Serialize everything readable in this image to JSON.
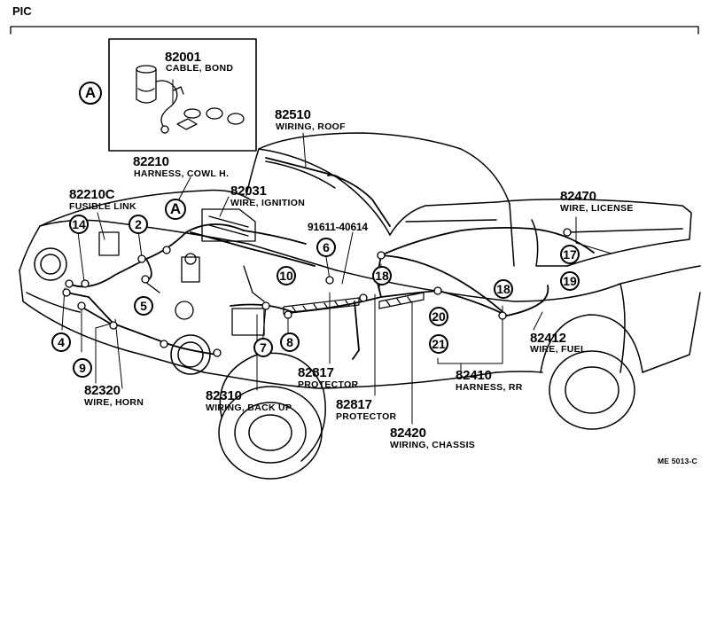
{
  "header": {
    "label": "PIC"
  },
  "drawing_code": "ME 5013-C",
  "detail_marker": "A",
  "parts": [
    {
      "id": "82001",
      "name": "CABLE, BOND"
    },
    {
      "id": "82510",
      "name": "WIRING, ROOF"
    },
    {
      "id": "82210",
      "name": "HARNESS, COWL H."
    },
    {
      "id": "82031",
      "name": "WIRE, IGNITION"
    },
    {
      "id": "82210C",
      "name": "FUSIBLE LINK"
    },
    {
      "id": "91611-40614",
      "name": ""
    },
    {
      "id": "82470",
      "name": "WIRE, LICENSE"
    },
    {
      "id": "82412",
      "name": "WIRE, FUEL"
    },
    {
      "id": "82410",
      "name": "HARNESS, RR"
    },
    {
      "id": "82817",
      "name": "PROTECTOR"
    },
    {
      "id": "82817",
      "name": "PROTECTOR"
    },
    {
      "id": "82420",
      "name": "WIRING, CHASSIS"
    },
    {
      "id": "82320",
      "name": "WIRE, HORN"
    },
    {
      "id": "82310",
      "name": "WIRING, BACK UP"
    }
  ],
  "callouts": [
    "14",
    "2",
    "5",
    "4",
    "9",
    "7",
    "8",
    "10",
    "6",
    "18",
    "17",
    "19",
    "18",
    "20",
    "21"
  ]
}
